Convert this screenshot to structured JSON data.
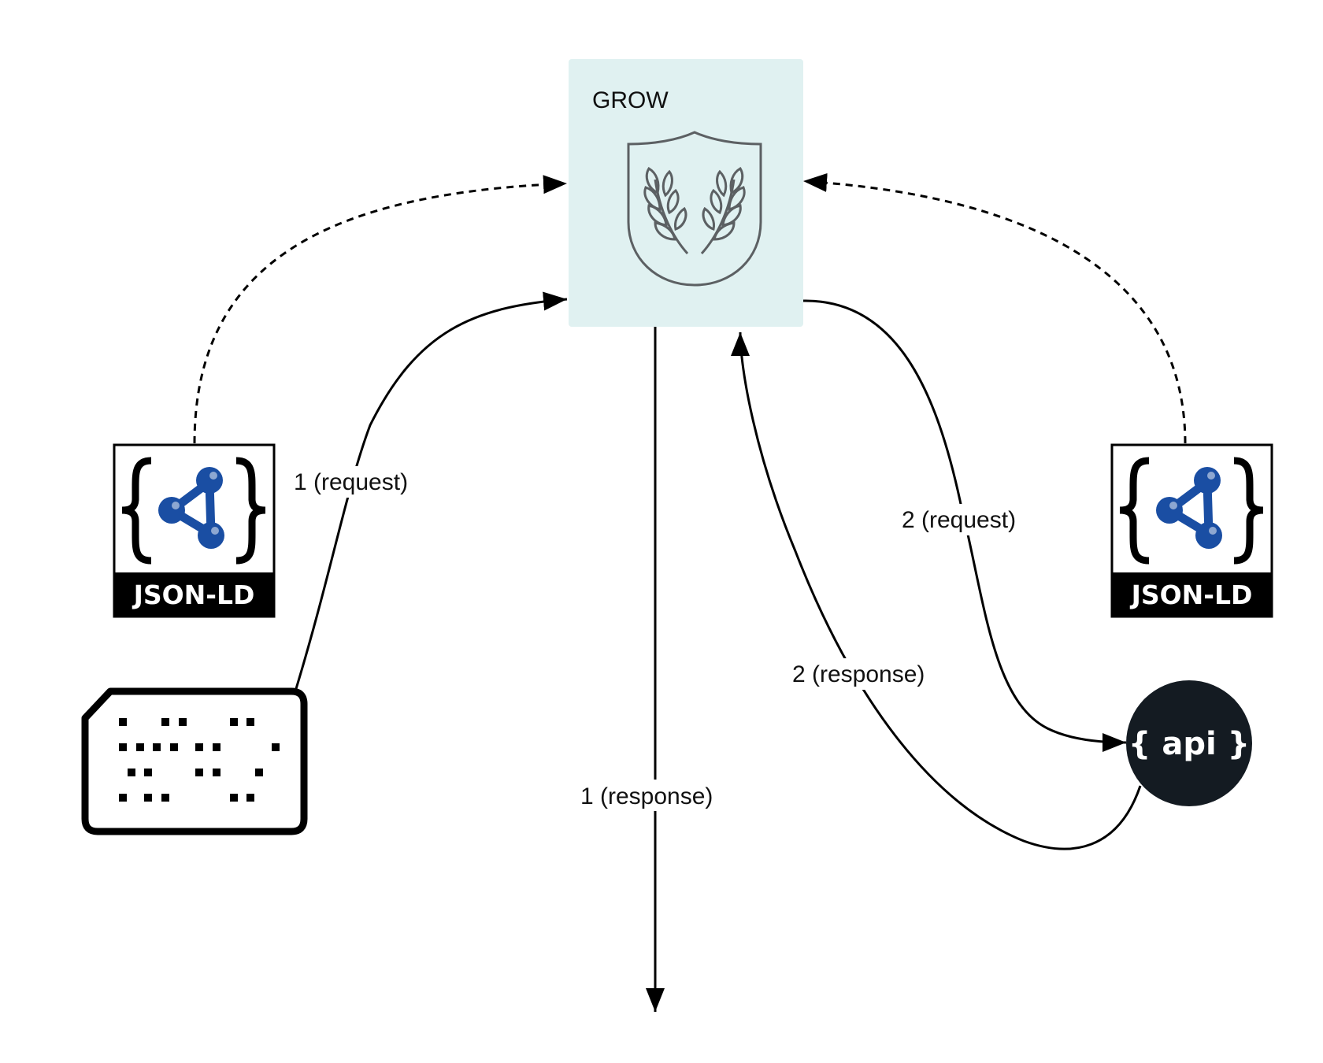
{
  "nodes": {
    "grow": {
      "title": "GROW"
    },
    "jsonld_left": {
      "label": "JSON-LD"
    },
    "jsonld_right": {
      "label": "JSON-LD"
    },
    "api": {
      "label": "{ api }"
    }
  },
  "edges": {
    "request_1": "1 (request)",
    "response_1": "1 (response)",
    "request_2": "2 (request)",
    "response_2": "2 (response)"
  },
  "colors": {
    "grow_box": "#e0f1f1",
    "jsonld_blue": "#1a4ea3",
    "api_circle": "#141b22",
    "stroke": "#000000"
  }
}
